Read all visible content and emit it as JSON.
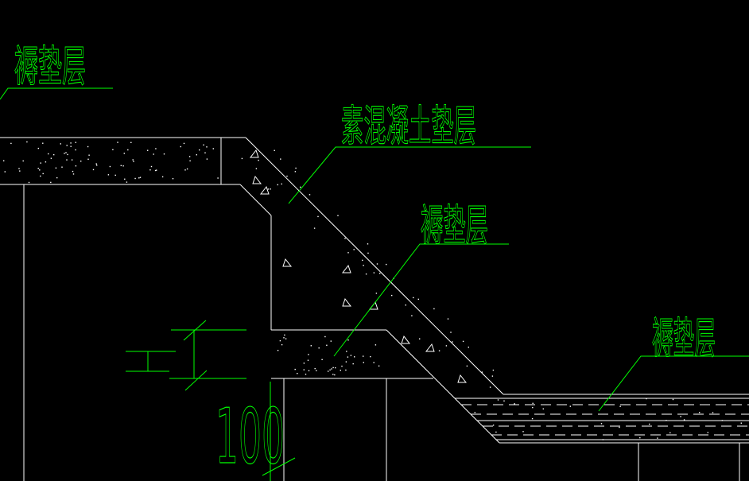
{
  "drawing": {
    "colors": {
      "background": "#000000",
      "structure_lines": "#ffffff",
      "annotations": "#00ff00"
    },
    "labels": {
      "top_left_cushion": "褥垫层",
      "plain_concrete_cushion": "素混凝土垫层",
      "middle_cushion": "褥垫层",
      "right_cushion": "褥垫层"
    },
    "dimensions": {
      "cushion_thickness": "100"
    }
  }
}
